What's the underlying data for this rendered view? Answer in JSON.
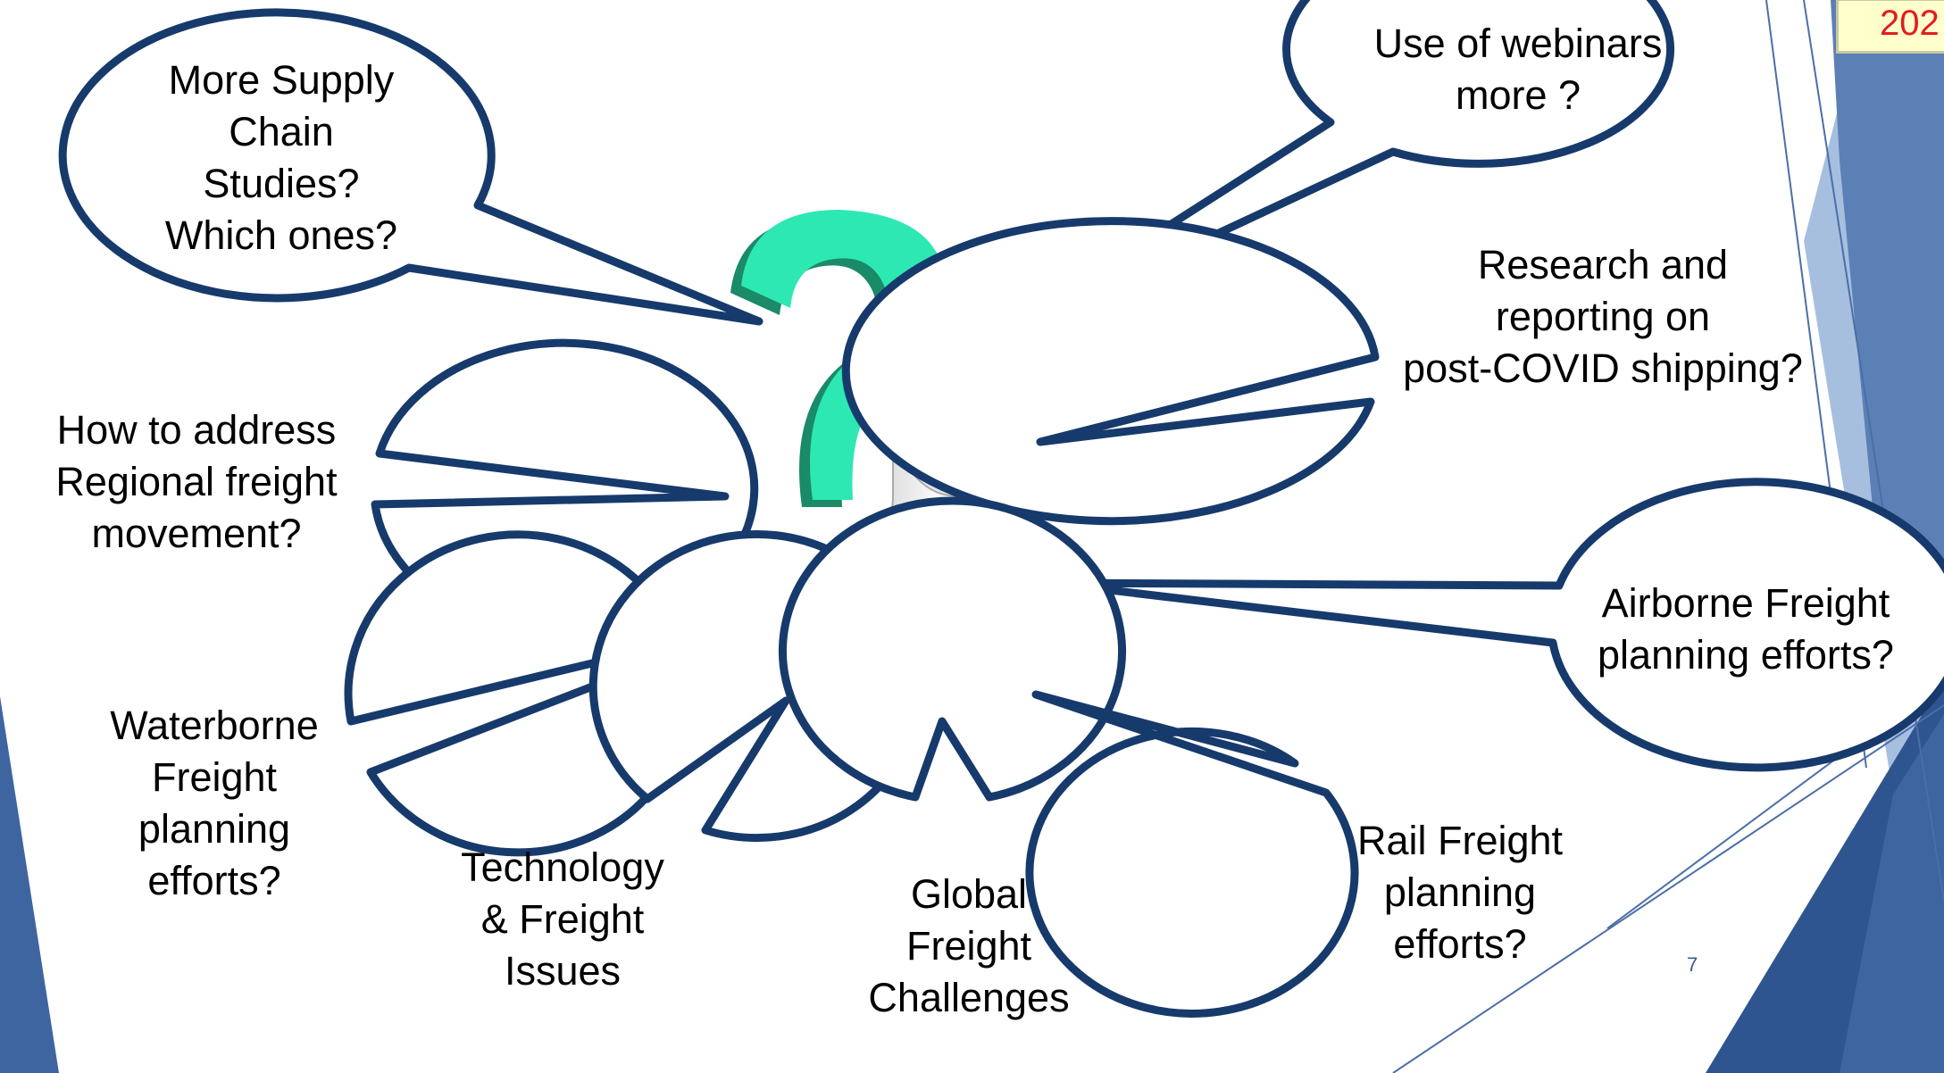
{
  "slide": {
    "year_tag": "202",
    "slide_number": "7"
  },
  "colors": {
    "bubble_stroke": "#173a6c",
    "question_mark": "#2de8b3",
    "question_mark_shadow": "#1a8a68",
    "band_dark": "#2f5590",
    "band_light": "#7fa2d0",
    "year_tag_text": "#e41b1b"
  },
  "bubbles": [
    {
      "id": "supply-chain",
      "text": "More Supply\nChain\nStudies?\nWhich ones?"
    },
    {
      "id": "webinars",
      "text": "Use of webinars\nmore ?"
    },
    {
      "id": "research",
      "text": "Research and\nreporting on\npost-COVID shipping?"
    },
    {
      "id": "regional",
      "text": "How to address\nRegional freight\nmovement?"
    },
    {
      "id": "airborne",
      "text": "Airborne Freight\nplanning efforts?"
    },
    {
      "id": "waterborne",
      "text": "Waterborne\nFreight\nplanning\nefforts?"
    },
    {
      "id": "technology",
      "text": "Technology\n& Freight\nIssues"
    },
    {
      "id": "global",
      "text": "Global\nFreight\nChallenges"
    },
    {
      "id": "rail",
      "text": "Rail Freight\nplanning\nefforts?"
    }
  ],
  "figure": {
    "icon": "thinking-person-question-mark-icon"
  }
}
